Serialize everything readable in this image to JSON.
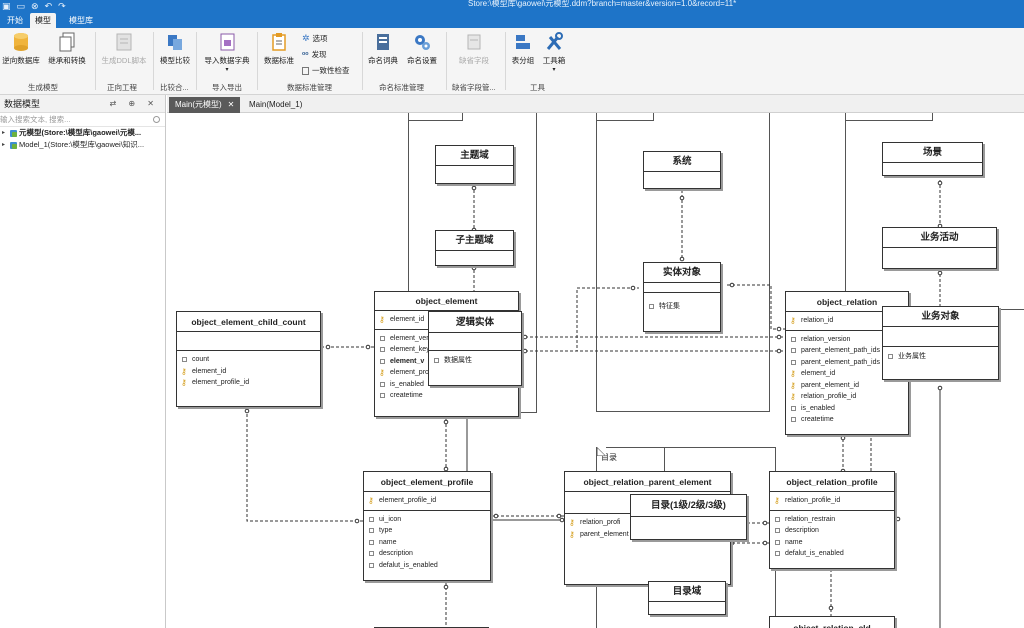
{
  "titlebar": {
    "title": "Store:\\模型库\\gaowei\\元模型.ddm?branch=master&version=1.0&record=11*",
    "accent": "#1e74c8"
  },
  "menu": {
    "tabs": [
      "开始",
      "模型",
      "模型库"
    ],
    "active": "模型"
  },
  "ribbon": {
    "buttons": {
      "reverse_db": "逆向数据库",
      "inherit": "继承和转换",
      "gen_ddl": "生成DDL脚本",
      "compare": "模型比较",
      "import_dict": "导入数据字典",
      "standard": "数据标准",
      "options": "选项",
      "discover": "发现",
      "consistency": "一致性检查",
      "naming_dict": "命名词典",
      "naming_settings": "命名设置",
      "missing_field": "缺省字段",
      "table_group": "表分组",
      "toolbox": "工具箱"
    },
    "groups": {
      "gen_model": "生成模型",
      "forward": "正向工程",
      "compare": "比较合...",
      "import_export": "导入导出",
      "data_std": "数据标准管理",
      "naming_std": "命名标准管理",
      "missing_mgmt": "缺省字段管...",
      "tools": "工具"
    }
  },
  "left_panel": {
    "title": "数据模型",
    "search_placeholder": "输入搜索文本, 搜索...",
    "tree": [
      "元模型(Store:\\模型库\\gaowei\\元模...",
      "Model_1(Store:\\模型库\\gaowei\\知识..."
    ]
  },
  "doc_tabs": {
    "active": "Main(元模型)",
    "inactive": "Main(Model_1)"
  },
  "diagram": {
    "entities": {
      "child_count": {
        "title": "object_element_child_count",
        "attrs": [
          "count",
          "element_id",
          "element_profile_id"
        ]
      },
      "element": {
        "title": "object_element",
        "pk": "element_id",
        "attrs": [
          "element_ver",
          "element_key",
          "element_v",
          "element_pro",
          "is_enabled",
          "createtime"
        ]
      },
      "profile": {
        "title": "object_element_profile",
        "pk": "element_profile_id",
        "attrs": [
          "ui_icon",
          "type",
          "name",
          "description",
          "defalut_is_enabled"
        ]
      },
      "parent": {
        "title": "object_relation_parent_element",
        "attrs": [
          "relation_profi",
          "parent_element"
        ]
      },
      "relation": {
        "title": "object_relation",
        "pk": "relation_id",
        "attrs": [
          "relation_version",
          "parent_element_path_ids",
          "parent_element_path_ids",
          "element_id",
          "parent_element_id",
          "relation_profile_id",
          "is_enabled",
          "createtime"
        ]
      },
      "relation_profile": {
        "title": "object_relation_profile",
        "pk": "relation_profile_id",
        "attrs": [
          "relation_restrain",
          "description",
          "name",
          "defalut_is_enabled"
        ]
      },
      "relation_cld": {
        "title": "object_relation_cld"
      }
    },
    "concepts": {
      "main_domain": "主题域",
      "sub_domain": "子主题域",
      "logical_entity": "逻辑实体",
      "data_attr": "数据属性",
      "system": "系统",
      "entity_object": "实体对象",
      "feature_set": "特征集",
      "scene": "场景",
      "biz_activity": "业务活动",
      "biz_object": "业务对象",
      "biz_attr": "业务属性",
      "catalog_note": "目录",
      "catalog_level": "目录(1级/2级/3级)",
      "catalog_domain": "目录域"
    }
  }
}
